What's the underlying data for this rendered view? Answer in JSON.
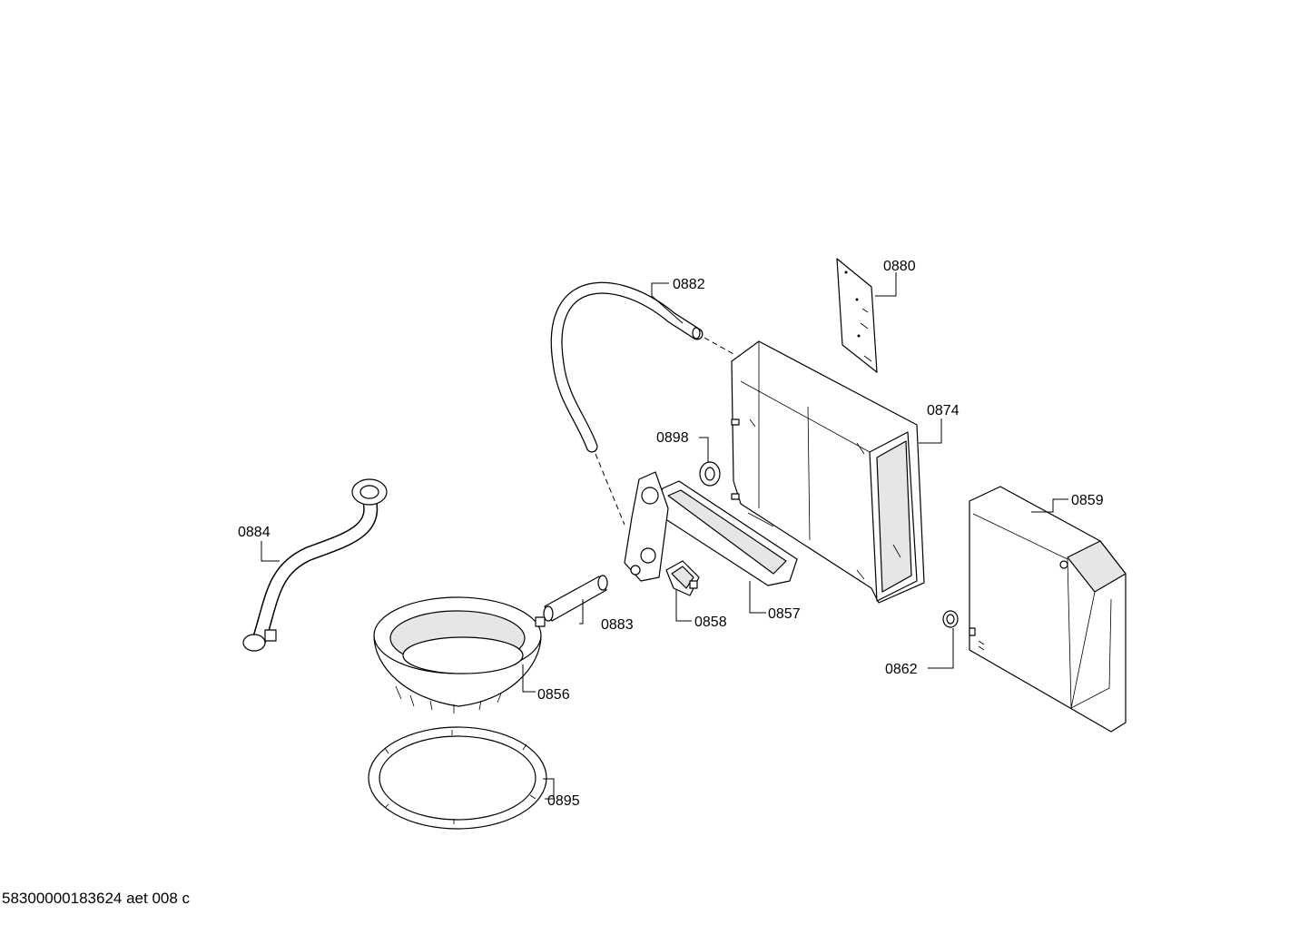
{
  "callouts": {
    "p0880": "0880",
    "p0882": "0882",
    "p0874": "0874",
    "p0898": "0898",
    "p0859": "0859",
    "p0884": "0884",
    "p0857": "0857",
    "p0858": "0858",
    "p0883": "0883",
    "p0862": "0862",
    "p0856": "0856",
    "p0895": "0895"
  },
  "footer": {
    "document_id": "58300000183624 aet 008 c"
  }
}
